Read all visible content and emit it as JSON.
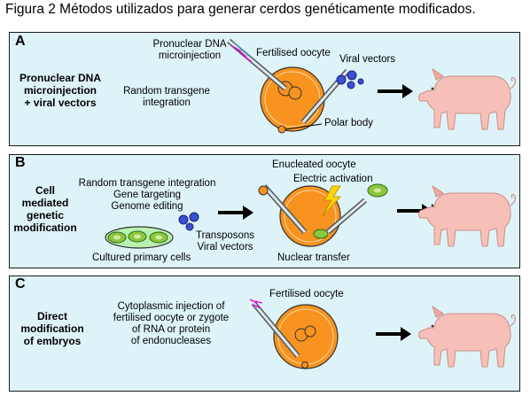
{
  "title": "Figura 2 Métodos utilizados para generar cerdos genéticamente modificados.",
  "panels": {
    "a": {
      "letter": "A",
      "method_line1": "Pronuclear DNA",
      "method_line2": "microinjection",
      "method_line3": "+ viral vectors",
      "random_line1": "Random transgene",
      "random_line2": "integration",
      "pdna_line1": "Pronuclear DNA",
      "pdna_line2": "microinjection",
      "fertilised": "Fertilised oocyte",
      "viral": "Viral vectors",
      "polar": "Polar body"
    },
    "b": {
      "letter": "B",
      "method_line1": "Cell",
      "method_line2": "mediated",
      "method_line3": "genetic",
      "method_line4": "modification",
      "list_line1": "Random transgene integration",
      "list_line2": "Gene targeting",
      "list_line3": "Genome editing",
      "cultured": "Cultured primary cells",
      "transposons": "Transposons",
      "viral": "Viral vectors",
      "enucleated": "Enucleated oocyte",
      "electric": "Electric activation",
      "nuclear": "Nuclear transfer"
    },
    "c": {
      "letter": "C",
      "method_line1": "Direct",
      "method_line2": "modification",
      "method_line3": "of embryos",
      "desc_line1": "Cytoplasmic injection of",
      "desc_line2": "fertilised oocyte or zygote",
      "desc_line3": "of RNA or protein",
      "desc_line4": "of endonucleases",
      "fertilised": "Fertilised oocyte"
    }
  },
  "colors": {
    "panel_bg": "#def3f7",
    "oocyte": "#f7931e",
    "pig": "#f6c0b8",
    "cell_green": "#8dc63f",
    "vector_blue": "#3a4fd0",
    "bolt_yellow": "#ffd400"
  }
}
